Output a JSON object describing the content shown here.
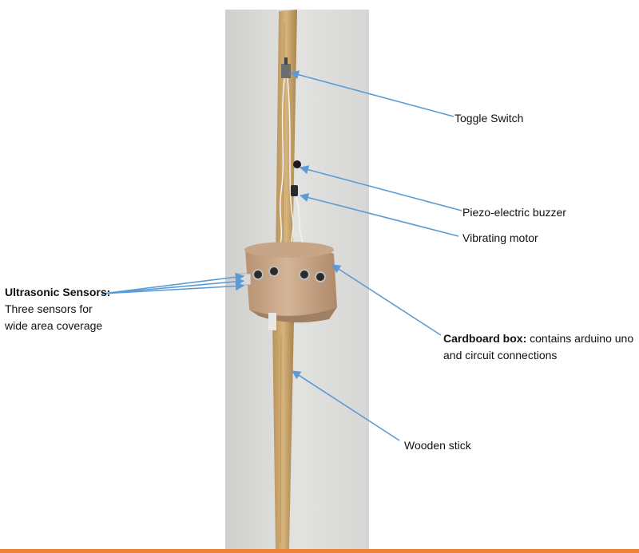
{
  "annotations": {
    "toggle_switch": "Toggle Switch",
    "buzzer": "Piezo-electric buzzer",
    "motor": "Vibrating motor",
    "sensors_title": "Ultrasonic Sensors:",
    "sensors_line1": "Three sensors for",
    "sensors_line2": "wide area coverage",
    "box_title": "Cardboard box:",
    "box_desc1": " contains arduino uno",
    "box_desc2": "and circuit connections",
    "stick": "Wooden stick"
  },
  "colors": {
    "arrow": "#5b9bd5",
    "wall": "#d9d9d7",
    "wood": "#c9a56e",
    "cardboard": "#c8a484",
    "accent_rule": "#f0833a"
  }
}
